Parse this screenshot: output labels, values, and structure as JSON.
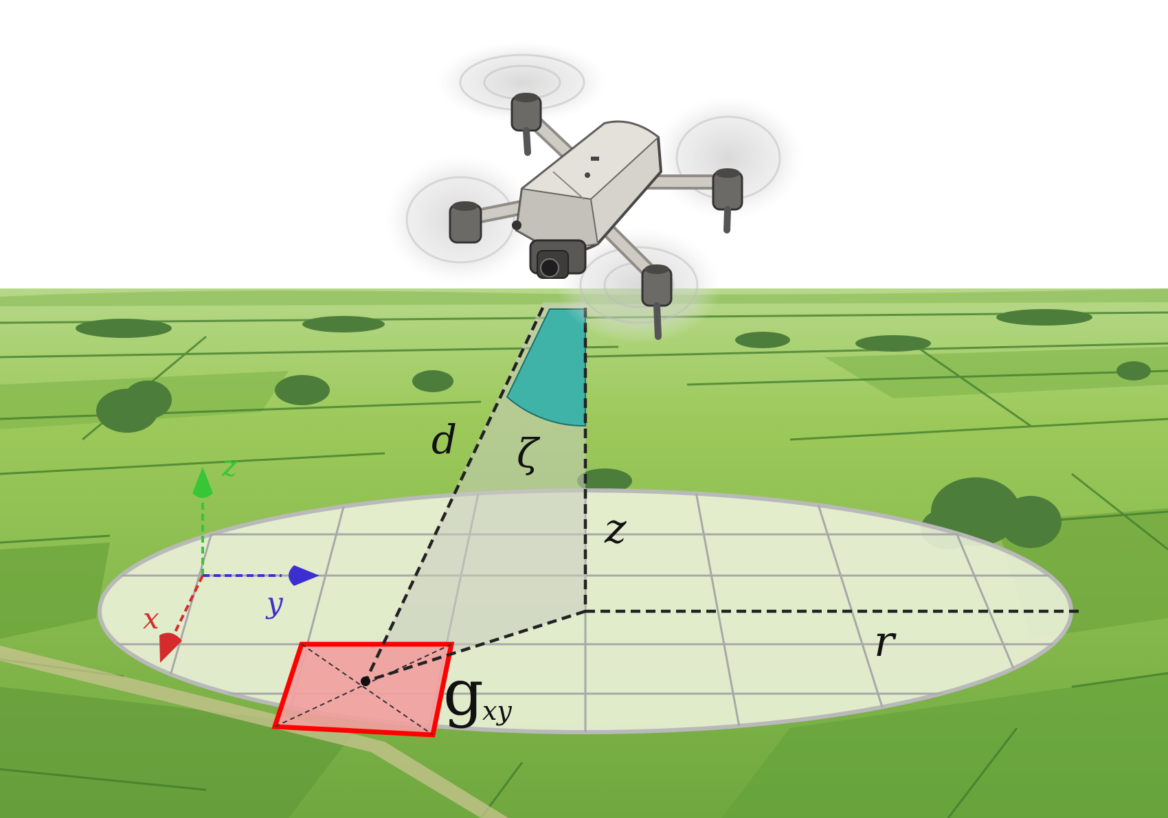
{
  "labels": {
    "distance": "d",
    "zenith_angle": "ζ",
    "height": "z",
    "radius": "r",
    "cell_main": "g",
    "cell_sub": "xy",
    "axis_x": "x",
    "axis_y": "y",
    "axis_z": "z"
  },
  "colors": {
    "sky": "#ffffff",
    "field_light": "#9fcc5a",
    "field_dark": "#5e9a3a",
    "tree": "#4d7d3a",
    "disk_fill": "#eef2dd",
    "disk_edge": "#b9b9b9",
    "grid_line": "#a8a8a8",
    "cone_fill": "#d8dcd0",
    "angle_fill": "#3fb3a8",
    "cell_fill": "#f2a0a0",
    "cell_edge": "#ff0000",
    "dash": "#222222",
    "axis_x": "#d42c2c",
    "axis_y": "#3b2fd0",
    "axis_z": "#36c636",
    "drone_body": "#d6d3cd",
    "drone_dark": "#555555"
  },
  "icons": {
    "drone": "quadcopter-drone-icon"
  }
}
